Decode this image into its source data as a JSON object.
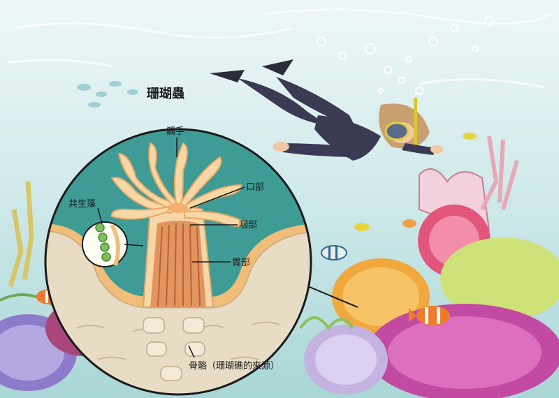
{
  "title": "珊瑚蟲",
  "labels": {
    "tentacles": "觸手",
    "mouth": "口部",
    "symbiotic_algae": "共生藻",
    "pharynx": "咽部",
    "stomach": "胃部",
    "skeleton": "骨骼（珊瑚礁的來源）"
  },
  "colors": {
    "sea_top": "#eaf4f5",
    "sea_bottom": "#b9dfe0",
    "circle_water": "#3f9b96",
    "polyp": "#f7d7a8",
    "stomach": "#e2955e",
    "skeleton": "#e8dcc5",
    "diver_suit": "#3a3a55"
  }
}
